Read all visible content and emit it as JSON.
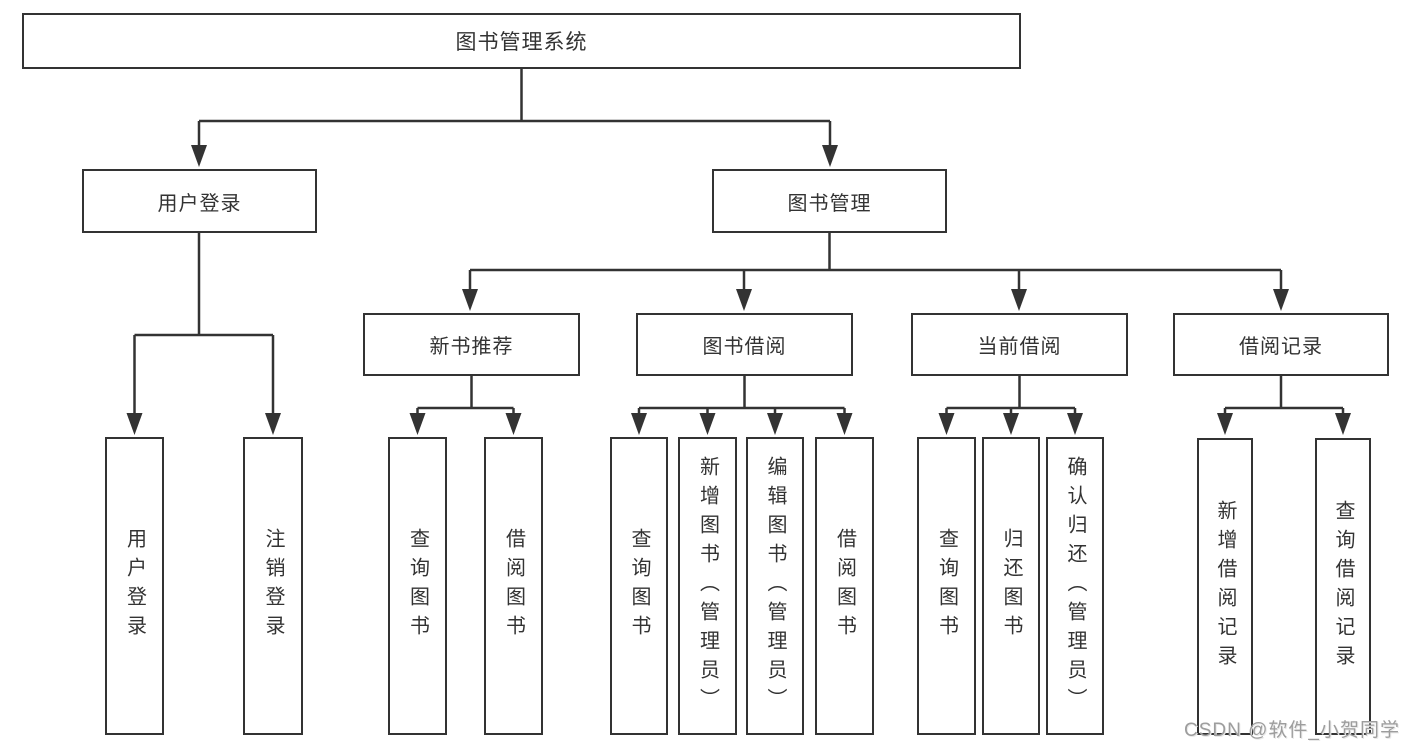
{
  "diagram": {
    "root": {
      "label": "图书管理系统",
      "children": [
        {
          "label": "用户登录",
          "children": [
            {
              "label": "用户登录"
            },
            {
              "label": "注销登录"
            }
          ]
        },
        {
          "label": "图书管理",
          "children": [
            {
              "label": "新书推荐",
              "children": [
                {
                  "label": "查询图书"
                },
                {
                  "label": "借阅图书"
                }
              ]
            },
            {
              "label": "图书借阅",
              "children": [
                {
                  "label": "查询图书"
                },
                {
                  "label": "新增图书（管理员）"
                },
                {
                  "label": "编辑图书（管理员）"
                },
                {
                  "label": "借阅图书"
                }
              ]
            },
            {
              "label": "当前借阅",
              "children": [
                {
                  "label": "查询图书"
                },
                {
                  "label": "归还图书"
                },
                {
                  "label": "确认归还（管理员）"
                }
              ]
            },
            {
              "label": "借阅记录",
              "children": [
                {
                  "label": "新增借阅记录"
                },
                {
                  "label": "查询借阅记录"
                }
              ]
            }
          ]
        }
      ]
    }
  },
  "colors": {
    "line": "#333333",
    "text": "#333333",
    "watermark": "#9d9d9d",
    "background": "#ffffff"
  },
  "watermark": {
    "text": "CSDN @软件_小贺同学"
  }
}
